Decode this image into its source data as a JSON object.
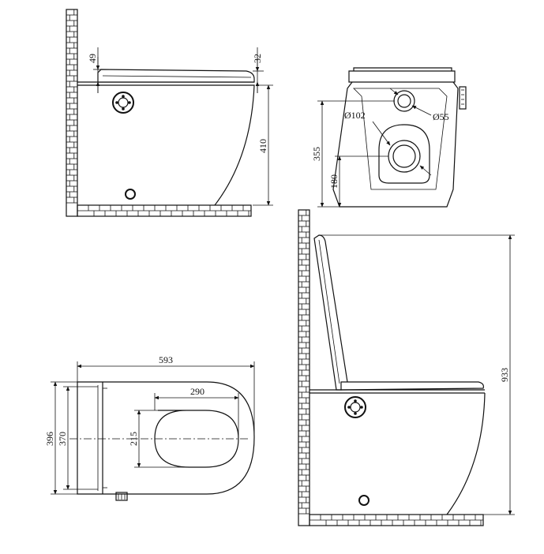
{
  "diagram": {
    "views": {
      "side_view": {
        "dims": {
          "lid_height": "49",
          "lid_thickness": "32",
          "seat_height": "410"
        }
      },
      "rear_view": {
        "dims": {
          "pipe_diameter": "Ø102",
          "inlet_diameter": "Ø55",
          "inlet_height": "355",
          "outlet_height": "180"
        }
      },
      "top_view": {
        "dims": {
          "length": "593",
          "bowl_length": "290",
          "width": "396",
          "body_width": "370",
          "bowl_width": "215"
        }
      },
      "side_open_view": {
        "dims": {
          "total_height": "933"
        }
      }
    },
    "icons": [
      "control-knob-icon",
      "power-button-icon",
      "brick-wall-icon"
    ]
  }
}
